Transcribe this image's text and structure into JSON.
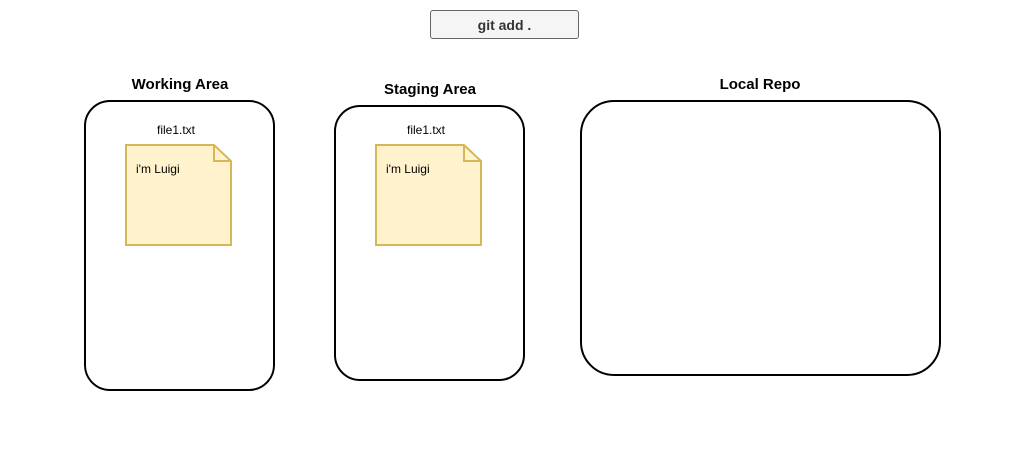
{
  "command": {
    "label": "git add ."
  },
  "areas": [
    {
      "title": "Working Area",
      "file": {
        "name": "file1.txt",
        "content": "i'm Luigi"
      }
    },
    {
      "title": "Staging Area",
      "file": {
        "name": "file1.txt",
        "content": "i'm Luigi"
      }
    },
    {
      "title": "Local Repo"
    }
  ],
  "colors": {
    "note_fill": "#fff2cc",
    "note_stroke": "#d6b656",
    "box_stroke": "#000000",
    "command_fill": "#f5f5f5",
    "command_stroke": "#666666"
  }
}
